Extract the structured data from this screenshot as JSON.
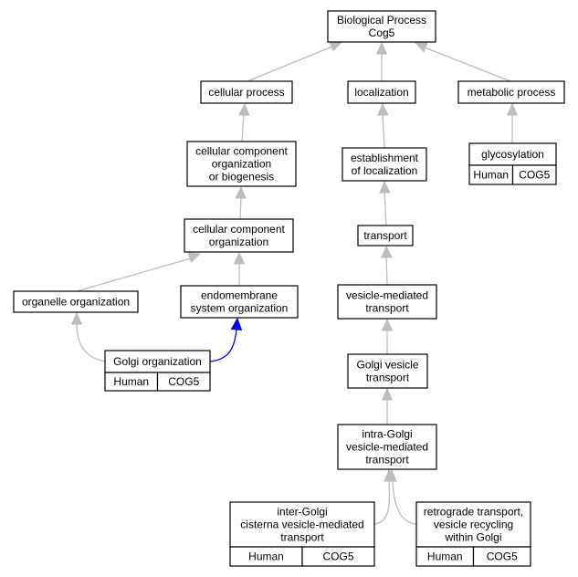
{
  "colors": {
    "edge_default": "#bdbdbd",
    "edge_highlight": "#0000ee",
    "annotation_fill": "#ff6347",
    "node_border": "#000000"
  },
  "nodes": {
    "root": {
      "lines": [
        "Biological Process",
        "Cog5"
      ]
    },
    "cellular_process": {
      "lines": [
        "cellular process"
      ]
    },
    "localization": {
      "lines": [
        "localization"
      ]
    },
    "metabolic_process": {
      "lines": [
        "metabolic process"
      ]
    },
    "ccob": {
      "lines": [
        "cellular component",
        "organization",
        "or biogenesis"
      ]
    },
    "establishment": {
      "lines": [
        "establishment",
        "of localization"
      ]
    },
    "glycosylation": {
      "lines": [
        "glycosylation"
      ],
      "annotation": [
        "Human",
        "COG5"
      ]
    },
    "cco": {
      "lines": [
        "cellular component",
        "organization"
      ]
    },
    "transport": {
      "lines": [
        "transport"
      ]
    },
    "organelle": {
      "lines": [
        "organelle organization"
      ]
    },
    "endomembrane": {
      "lines": [
        "endomembrane",
        "system organization"
      ]
    },
    "vesicle_transport": {
      "lines": [
        "vesicle-mediated",
        "transport"
      ]
    },
    "golgi_org": {
      "lines": [
        "Golgi organization"
      ],
      "annotation": [
        "Human",
        "COG5"
      ]
    },
    "golgi_vesicle": {
      "lines": [
        "Golgi vesicle",
        "transport"
      ]
    },
    "intra_golgi": {
      "lines": [
        "intra-Golgi",
        "vesicle-mediated",
        "transport"
      ]
    },
    "inter_golgi": {
      "lines": [
        "inter-Golgi",
        "cisterna vesicle-mediated",
        "transport"
      ],
      "annotation": [
        "Human",
        "COG5"
      ]
    },
    "retrograde": {
      "lines": [
        "retrograde transport,",
        "vesicle recycling",
        "within Golgi"
      ],
      "annotation": [
        "Human",
        "COG5"
      ]
    }
  },
  "edges": [
    {
      "from": "cellular_process",
      "to": "root"
    },
    {
      "from": "localization",
      "to": "root"
    },
    {
      "from": "metabolic_process",
      "to": "root"
    },
    {
      "from": "ccob",
      "to": "cellular_process"
    },
    {
      "from": "establishment",
      "to": "localization"
    },
    {
      "from": "glycosylation",
      "to": "metabolic_process"
    },
    {
      "from": "cco",
      "to": "ccob"
    },
    {
      "from": "transport",
      "to": "establishment"
    },
    {
      "from": "organelle",
      "to": "cco"
    },
    {
      "from": "endomembrane",
      "to": "cco"
    },
    {
      "from": "vesicle_transport",
      "to": "transport"
    },
    {
      "from": "golgi_org",
      "to": "organelle"
    },
    {
      "from": "golgi_org",
      "to": "endomembrane",
      "highlight": true
    },
    {
      "from": "golgi_vesicle",
      "to": "vesicle_transport"
    },
    {
      "from": "intra_golgi",
      "to": "golgi_vesicle"
    },
    {
      "from": "inter_golgi",
      "to": "intra_golgi"
    },
    {
      "from": "retrograde",
      "to": "intra_golgi"
    }
  ]
}
